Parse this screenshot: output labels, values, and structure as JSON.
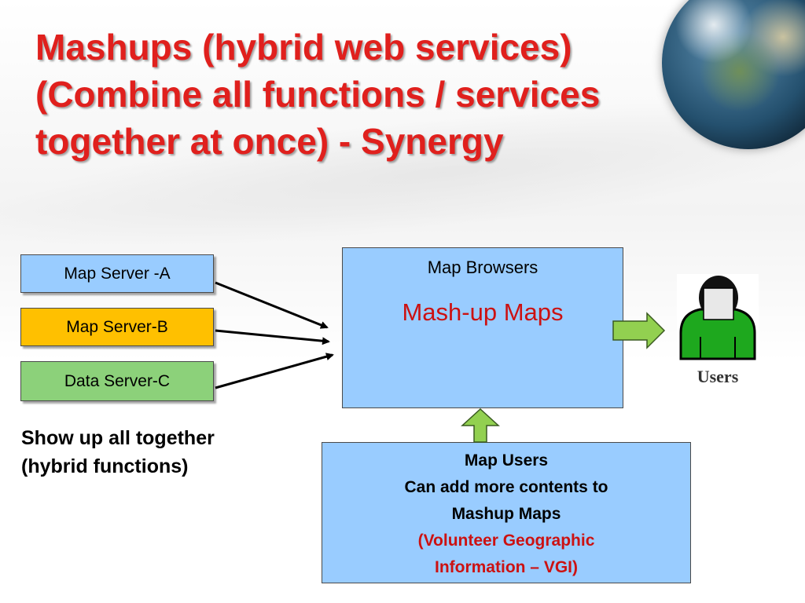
{
  "title": {
    "line1": "Mashups (hybrid web services)",
    "line2": "(Combine all functions / services",
    "line3": "together at once)  - Synergy"
  },
  "servers": {
    "a": "Map Server -A",
    "b": "Map Server-B",
    "c": "Data Server-C"
  },
  "caption": {
    "line1": "Show up all together",
    "line2": "(hybrid functions)"
  },
  "browser": {
    "heading": "Map Browsers",
    "highlight": "Mash-up Maps"
  },
  "map_users": {
    "line1": "Map Users",
    "line2": "Can add more contents to",
    "line3": "Mashup Maps",
    "line4": "(Volunteer Geographic",
    "line5": "Information – VGI)"
  },
  "users_icon": {
    "label": "Users",
    "icon": "user-icon"
  },
  "colors": {
    "title": "#e0201d",
    "box_blue": "#99ccff",
    "box_orange": "#ffc000",
    "box_green": "#8cd17a",
    "highlight_red": "#cc1111",
    "arrow_green": "#92d050"
  }
}
